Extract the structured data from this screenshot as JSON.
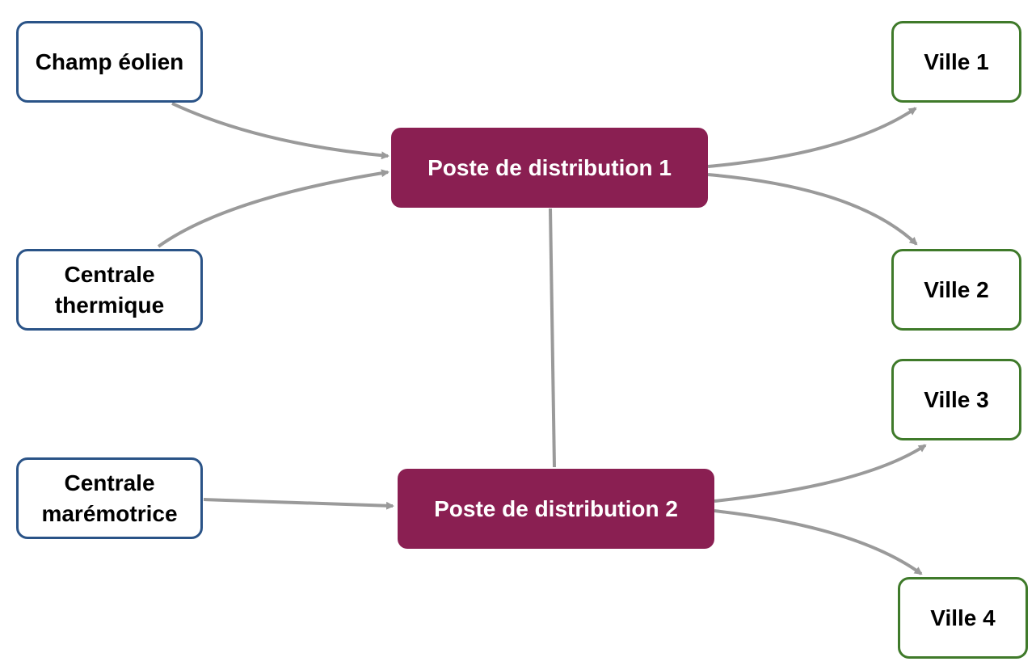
{
  "colors": {
    "source_border": "#2a5387",
    "city_border": "#3f7a2a",
    "hub_fill": "#8a1f52",
    "edge": "#9a9a9a"
  },
  "sources": {
    "wind": "Champ éolien",
    "thermal": "Centrale\nthermique",
    "tidal": "Centrale\nmarémotrice"
  },
  "hubs": {
    "hub1": "Poste de distribution 1",
    "hub2": "Poste de distribution 2"
  },
  "cities": {
    "city1": "Ville 1",
    "city2": "Ville 2",
    "city3": "Ville 3",
    "city4": "Ville 4"
  },
  "edges": [
    {
      "from": "Champ éolien",
      "to": "Poste de distribution 1",
      "directed": true
    },
    {
      "from": "Centrale thermique",
      "to": "Poste de distribution 1",
      "directed": true
    },
    {
      "from": "Centrale marémotrice",
      "to": "Poste de distribution 2",
      "directed": true
    },
    {
      "from": "Poste de distribution 1",
      "to": "Ville 1",
      "directed": true
    },
    {
      "from": "Poste de distribution 1",
      "to": "Ville 2",
      "directed": true
    },
    {
      "from": "Poste de distribution 2",
      "to": "Ville 3",
      "directed": true
    },
    {
      "from": "Poste de distribution 2",
      "to": "Ville 4",
      "directed": true
    },
    {
      "from": "Poste de distribution 1",
      "to": "Poste de distribution 2",
      "directed": false
    }
  ]
}
